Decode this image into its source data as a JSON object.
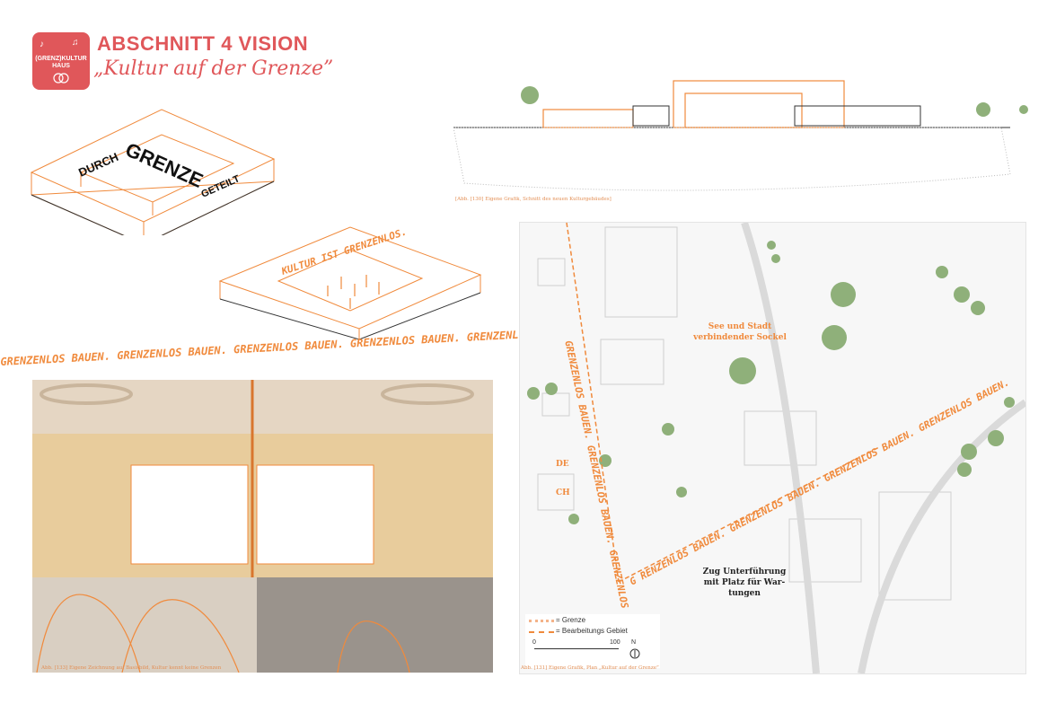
{
  "logo": {
    "line1": "(GRENZ)KULTUR",
    "line2": "HAUS"
  },
  "header": {
    "title": "ABSCHNITT 4 VISION",
    "subtitle": "„Kultur auf der Grenze”"
  },
  "iso_top": {
    "word_left": "DURCH",
    "word_center": "GRENZE",
    "word_right": "GETEILT"
  },
  "iso_bottom": {
    "text": "KULTUR IST GRENZENLOS."
  },
  "section": {
    "caption": "[Abb. [130] Eigene Grafik, Schnitt des neuen Kulturgebäudes]"
  },
  "banner": {
    "text": "GRENZENLOS BAUEN. GRENZENLOS BAUEN. GRENZENLOS BAUEN. GRENZENLOS BAUEN. GRENZENLOS BAUEN."
  },
  "hall": {
    "caption": "Abb. [133] Eigene Zeichnung auf Basisbild,  Kultur kennt keine Grenzen"
  },
  "map": {
    "label_sockel": "See und Stadt verbindender Sockel",
    "label_de": "DE",
    "label_ch": "CH",
    "label_zug": "Zug Unterführung mit Platz für War- tungen",
    "route_text_1": "GRENZENLOS BAUEN. GRENZENLOS BAUEN. GRENZENLOS BAUEN.",
    "route_text_2": "G RENZENLOS BAUEN. GRENZENLOS BAUEN. GRENZENLOS BAUEN. GRENZENLOS BAUEN.",
    "legend_grenze": "= Grenze",
    "legend_gebiet": "= Bearbeitungs Gebiet",
    "scale_0": "0",
    "scale_100": "100",
    "north": "N",
    "caption": "Abb. [131] Eigene Grafik, Plan „Kultur auf der Grenze”"
  },
  "colors": {
    "brand": "#e0575a",
    "orange": "#f08a3c",
    "tree": "#8fb07a"
  }
}
